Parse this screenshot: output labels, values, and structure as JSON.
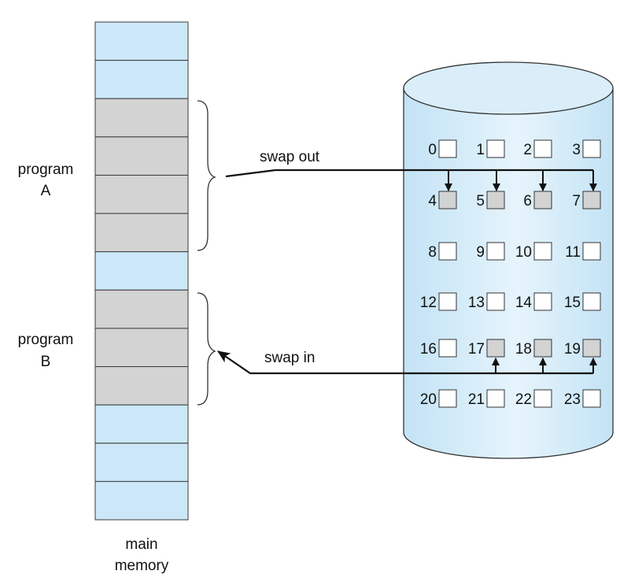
{
  "colors": {
    "free": "#cce8f8",
    "used": "#d3d3d3",
    "disk_top": "#d9eef9",
    "disk_body": "#c3e3f5",
    "disk_highlight": "#e6f4fc",
    "stroke": "#333333"
  },
  "memory": {
    "caption_line1": "main",
    "caption_line2": "memory",
    "slots": [
      "free",
      "free",
      "used",
      "used",
      "used",
      "used",
      "free",
      "used",
      "used",
      "used",
      "free",
      "free",
      "free"
    ]
  },
  "programs": [
    {
      "label_line1": "program",
      "label_line2": "A"
    },
    {
      "label_line1": "program",
      "label_line2": "B"
    }
  ],
  "disk": {
    "blocks": [
      {
        "label": "0",
        "state": "free"
      },
      {
        "label": "1",
        "state": "free"
      },
      {
        "label": "2",
        "state": "free"
      },
      {
        "label": "3",
        "state": "free"
      },
      {
        "label": "4",
        "state": "used"
      },
      {
        "label": "5",
        "state": "used"
      },
      {
        "label": "6",
        "state": "used"
      },
      {
        "label": "7",
        "state": "used"
      },
      {
        "label": "8",
        "state": "free"
      },
      {
        "label": "9",
        "state": "free"
      },
      {
        "label": "10",
        "state": "free"
      },
      {
        "label": "11",
        "state": "free"
      },
      {
        "label": "12",
        "state": "free"
      },
      {
        "label": "13",
        "state": "free"
      },
      {
        "label": "14",
        "state": "free"
      },
      {
        "label": "15",
        "state": "free"
      },
      {
        "label": "16",
        "state": "free"
      },
      {
        "label": "17",
        "state": "used"
      },
      {
        "label": "18",
        "state": "used"
      },
      {
        "label": "19",
        "state": "used"
      },
      {
        "label": "20",
        "state": "free"
      },
      {
        "label": "21",
        "state": "free"
      },
      {
        "label": "22",
        "state": "free"
      },
      {
        "label": "23",
        "state": "free"
      }
    ]
  },
  "arrows": {
    "swap_out": "swap out",
    "swap_in": "swap in"
  }
}
